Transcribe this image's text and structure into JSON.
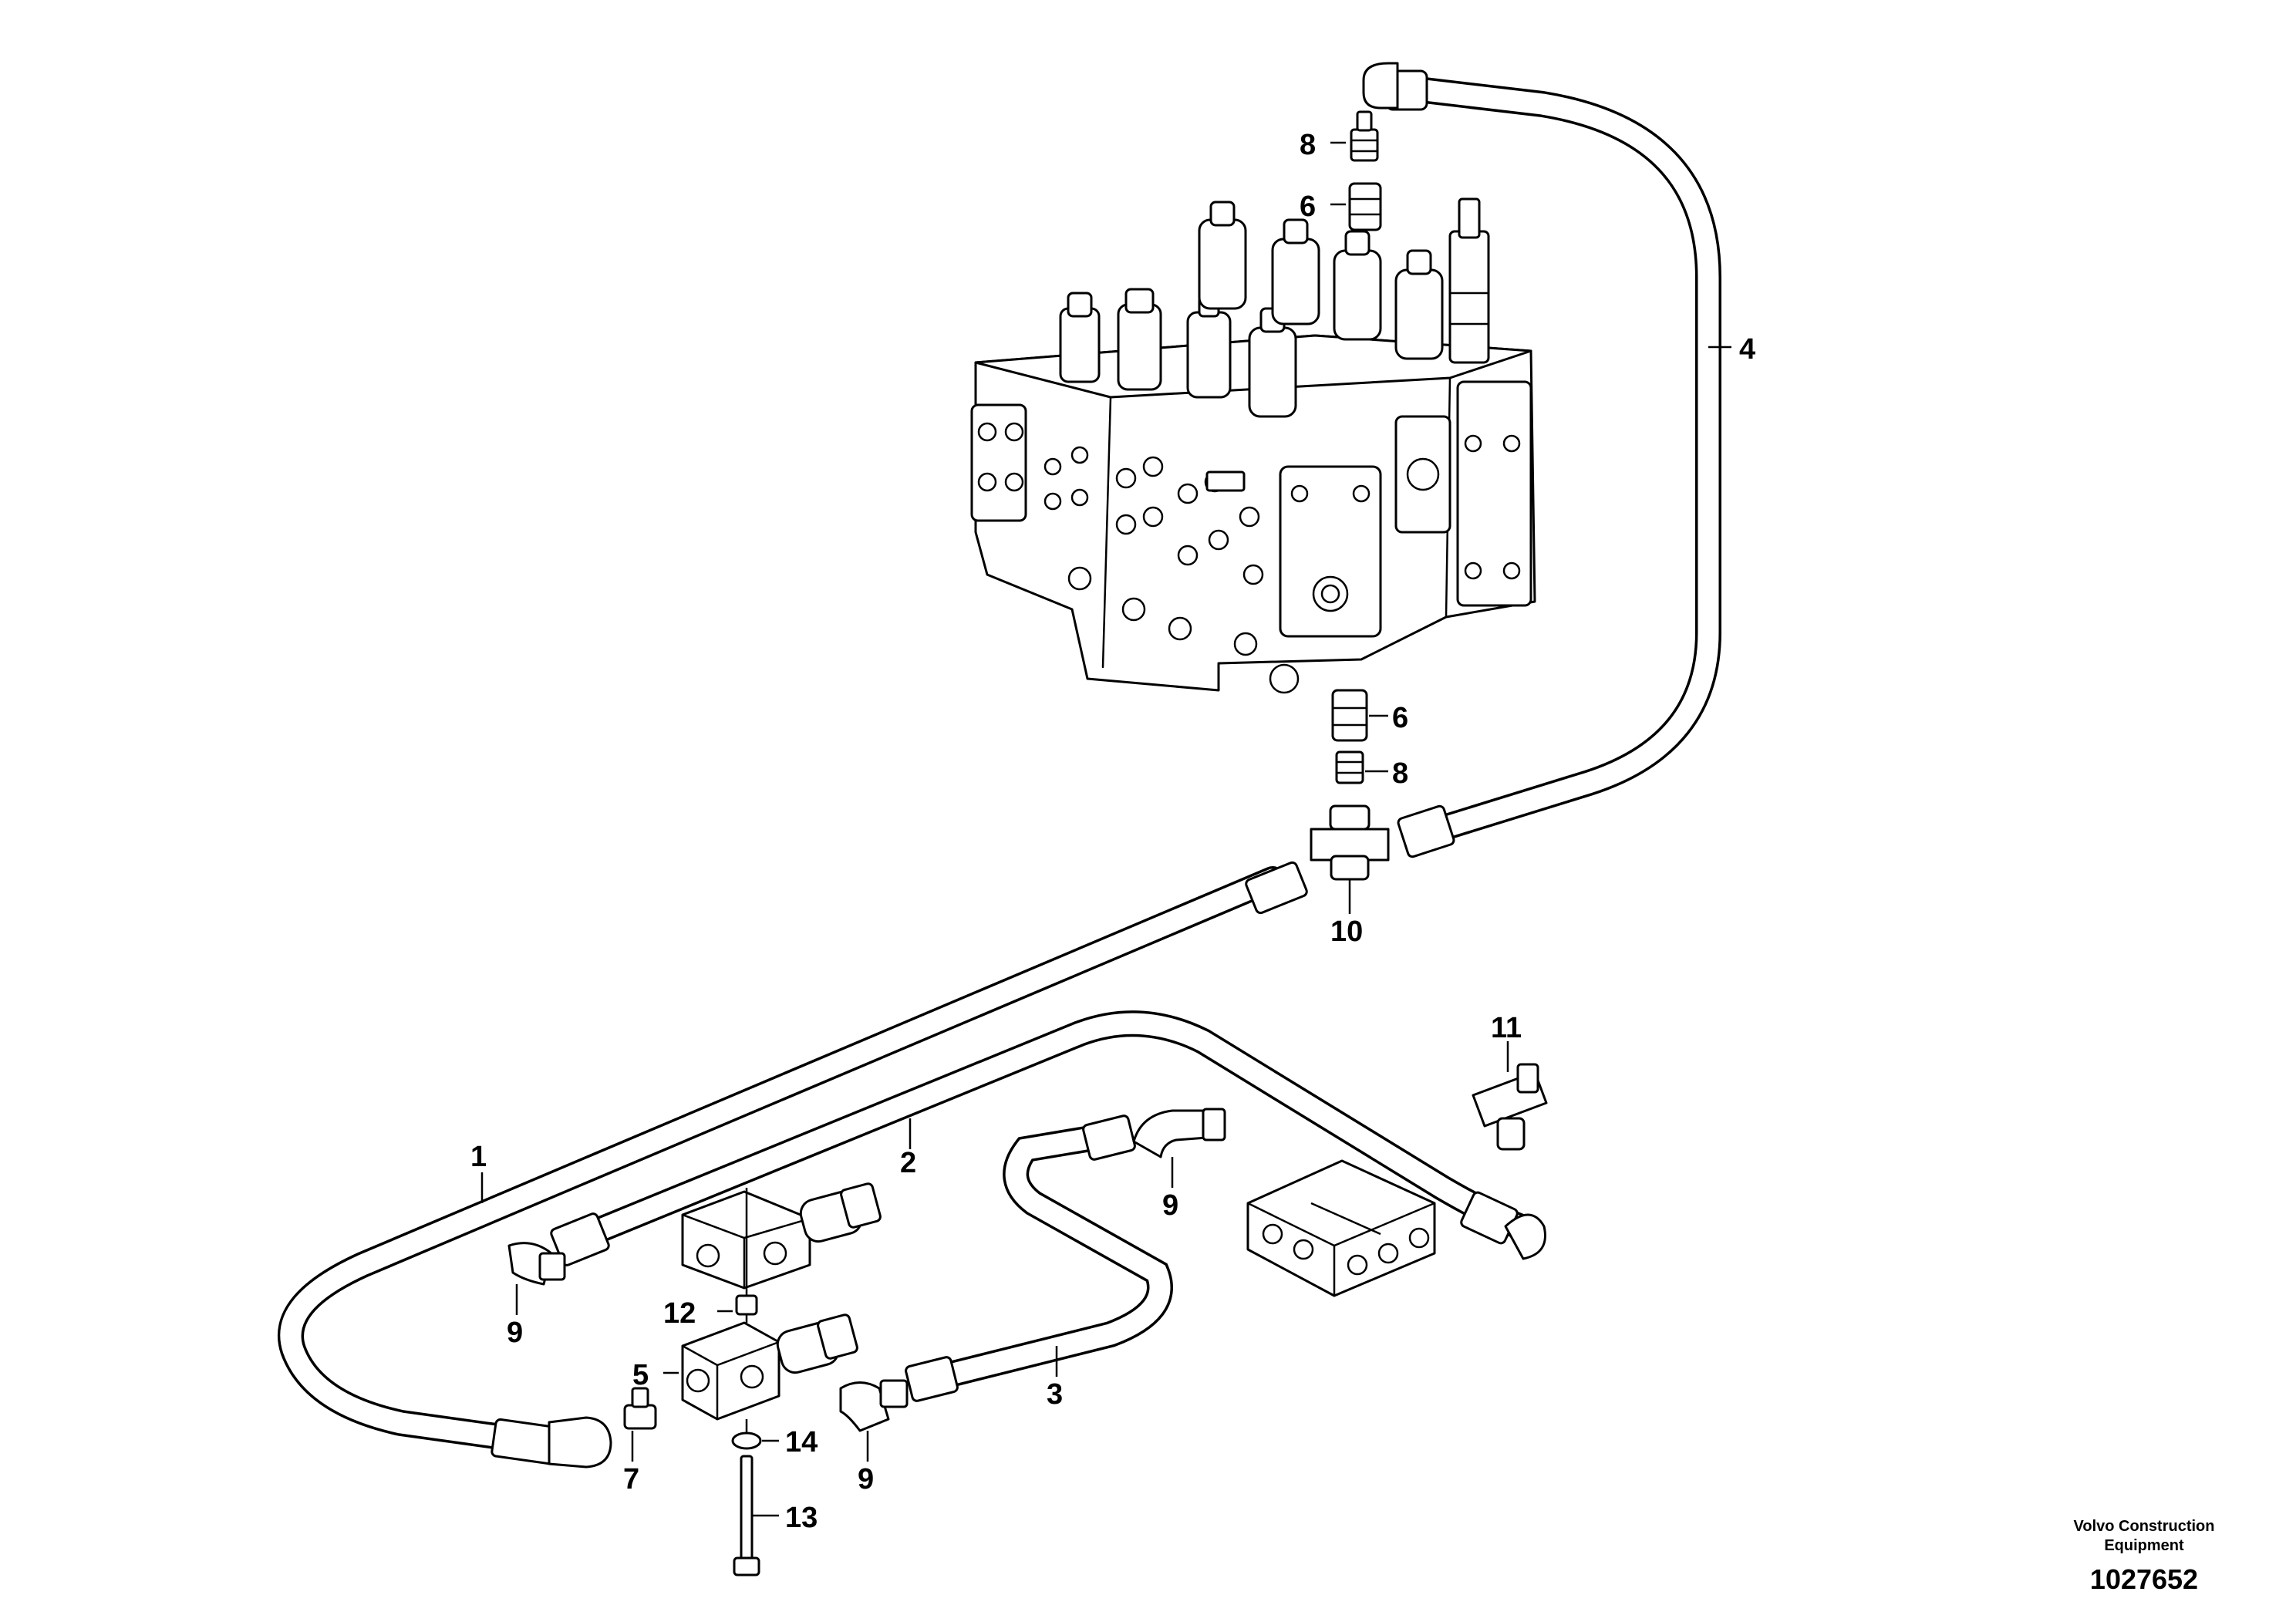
{
  "callouts": {
    "c1": "1",
    "c2": "2",
    "c3": "3",
    "c4": "4",
    "c5": "5",
    "c6_top": "6",
    "c6_bottom": "6",
    "c7": "7",
    "c8_top": "8",
    "c8_bottom": "8",
    "c9_left": "9",
    "c9_mid": "9",
    "c9_right": "9",
    "c10": "10",
    "c11": "11",
    "c12": "12",
    "c13": "13",
    "c14": "14"
  },
  "footer": {
    "company_line1": "Volvo Construction",
    "company_line2": "Equipment",
    "drawing_number": "1027652"
  }
}
